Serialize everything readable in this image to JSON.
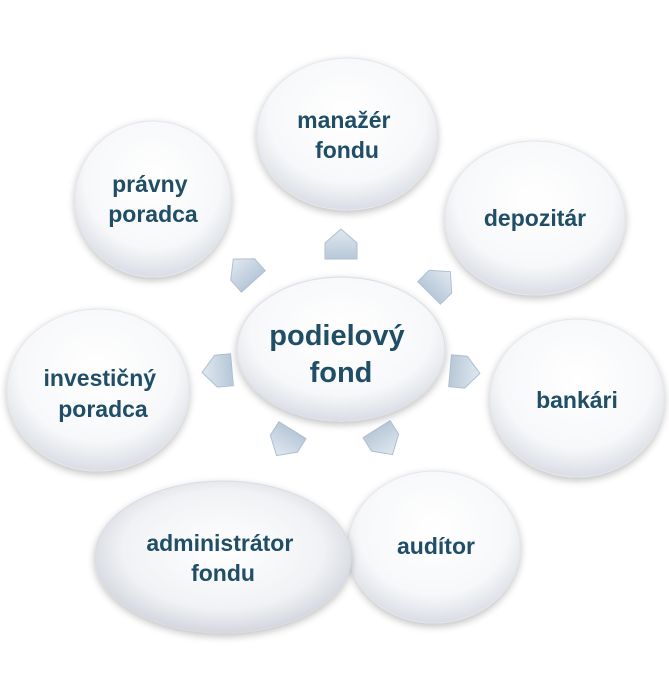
{
  "center": {
    "lines": [
      "podielový",
      "fond"
    ]
  },
  "nodes": [
    {
      "id": "manazer-fondu",
      "lines": [
        "manažér",
        "fondu"
      ]
    },
    {
      "id": "pravny-poradca",
      "lines": [
        "právny",
        "poradca"
      ]
    },
    {
      "id": "depozitar",
      "lines": [
        "depozitár"
      ]
    },
    {
      "id": "investicny-poradca",
      "lines": [
        "investičný",
        "poradca"
      ]
    },
    {
      "id": "bankari",
      "lines": [
        "bankári"
      ]
    },
    {
      "id": "administrator-fondu",
      "lines": [
        "administrátor",
        "fondu"
      ]
    },
    {
      "id": "auditor",
      "lines": [
        "audítor"
      ]
    }
  ],
  "colors": {
    "text": "#1f4e66",
    "arrow": "#c8d6e3",
    "arrow_stroke": "#aebfd0"
  }
}
